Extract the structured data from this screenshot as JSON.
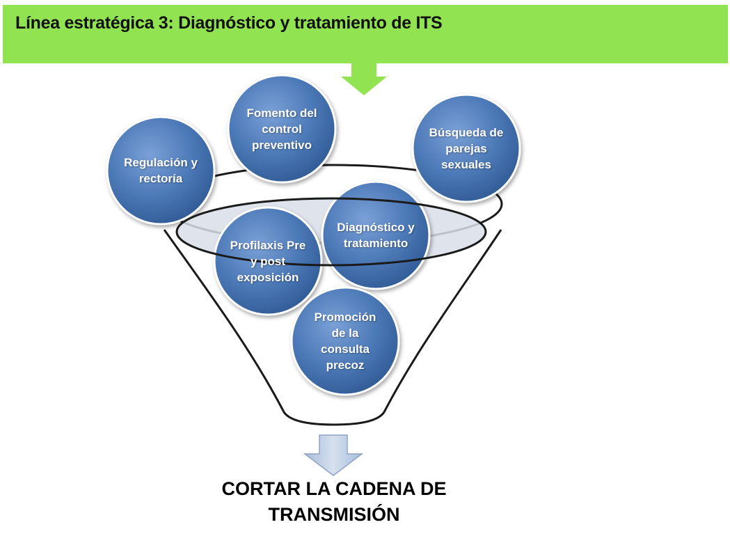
{
  "header": {
    "title": "Línea estratégica 3: Diagnóstico y tratamiento de ITS"
  },
  "colors": {
    "banner": "#92e352",
    "arrow_green": "#92e352",
    "circle_blue": "#4d7ab8",
    "funnel_rim": "#d9dee8",
    "down_arrow": "#b9c9e2"
  },
  "circles": {
    "regulacion": "Regulación y rectoría",
    "fomento": "Fomento del control preventivo",
    "busqueda": "Búsqueda de parejas sexuales",
    "diagnostico": "Diagnóstico y tratamiento",
    "profilaxis": "Profilaxis Pre y post exposición",
    "promocion": "Promoción de la consulta precoz"
  },
  "outcome": {
    "text": "CORTAR LA CADENA DE TRANSMISIÓN"
  }
}
